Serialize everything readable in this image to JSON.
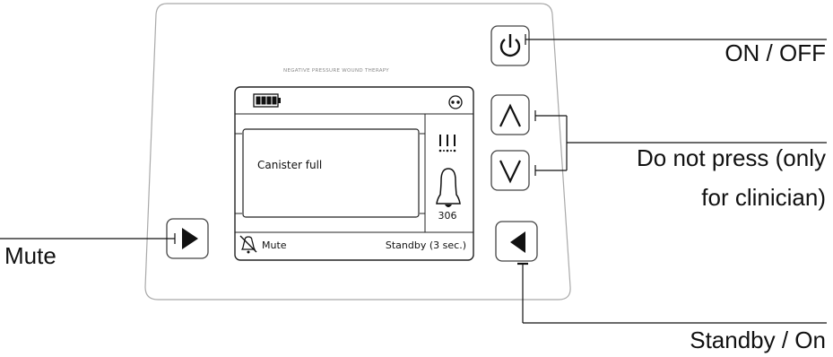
{
  "device": {
    "header_text": "NEGATIVE PRESSURE WOUND THERAPY",
    "screen": {
      "message": "Canister full",
      "alarm_code": "306",
      "footer_left": "Mute",
      "footer_right": "Standby (3 sec.)"
    }
  },
  "callouts": {
    "on_off": "ON / OFF",
    "do_not_press_line1": "Do not press (only",
    "do_not_press_line2": "for clinician)",
    "mute": "Mute",
    "standby_on": "Standby / On"
  },
  "icons": {
    "battery": "battery-full-icon",
    "connection": "connection-icon",
    "pressure": "pressure-drops-icon",
    "bell": "alarm-bell-icon",
    "mute_bell": "muted-bell-icon",
    "power": "power-icon",
    "up": "chevron-up-icon",
    "down": "chevron-down-icon",
    "left": "triangle-left-icon",
    "right": "triangle-right-icon"
  }
}
